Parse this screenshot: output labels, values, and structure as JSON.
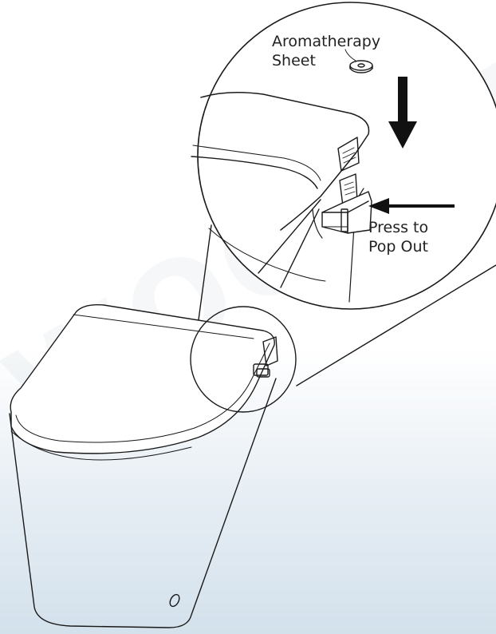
{
  "labels": {
    "aromatherapy_line1": "Aromatherapy",
    "aromatherapy_line2": "Sheet",
    "press_line1": "Press to",
    "press_line2": "Pop Out"
  },
  "watermark": "WOODBRIDGE",
  "colors": {
    "line": "#1a1a1a",
    "arrow": "#111111",
    "background_bottom": "#d3e1ec"
  }
}
